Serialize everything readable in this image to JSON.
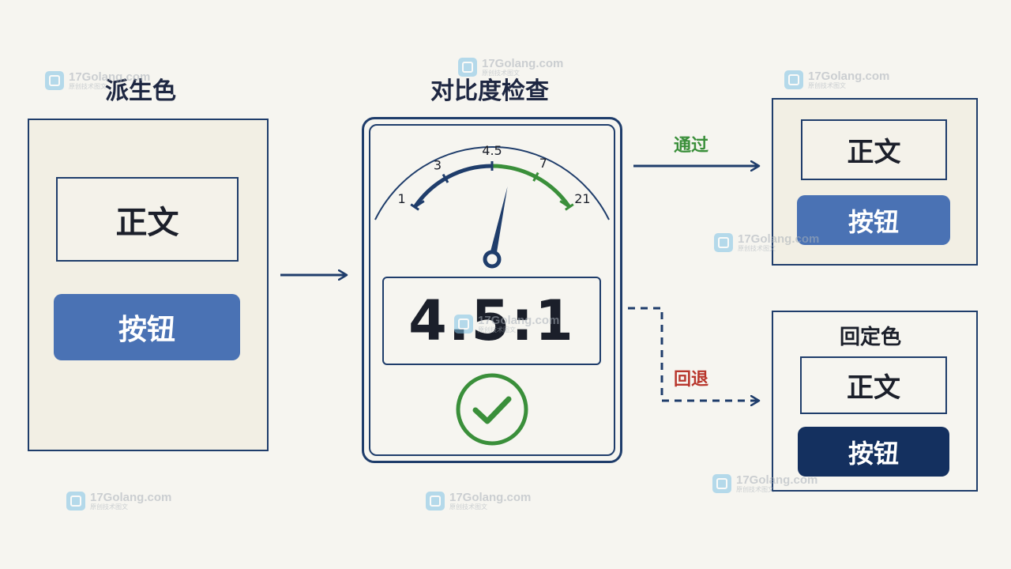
{
  "derived": {
    "title": "派生色",
    "body_text": "正文",
    "button_label": "按钮",
    "button_color": "#4a72b4"
  },
  "contrast": {
    "title": "对比度检查",
    "ratio": "4.5:1",
    "gauge": {
      "ticks": [
        "1",
        "3",
        "4.5",
        "7",
        "21"
      ],
      "tick_values": [
        1,
        3,
        4.5,
        7,
        21
      ],
      "needle_value": 4.5,
      "below_color": "#1f3d6b",
      "above_color": "#3a8f3a"
    },
    "status_icon": "check-circle-icon",
    "status_color": "#3a8f3a"
  },
  "pass": {
    "label": "通过",
    "label_color": "#3a8f3a",
    "body_text": "正文",
    "button_label": "按钮",
    "button_color": "#4a72b4"
  },
  "fallback": {
    "label": "回退",
    "label_color": "#b8362c",
    "title": "回定色",
    "body_text": "正文",
    "button_label": "按钮",
    "button_color": "#14305f"
  },
  "watermark": {
    "text": "17Golang.com",
    "sub": "原创技术图文"
  }
}
